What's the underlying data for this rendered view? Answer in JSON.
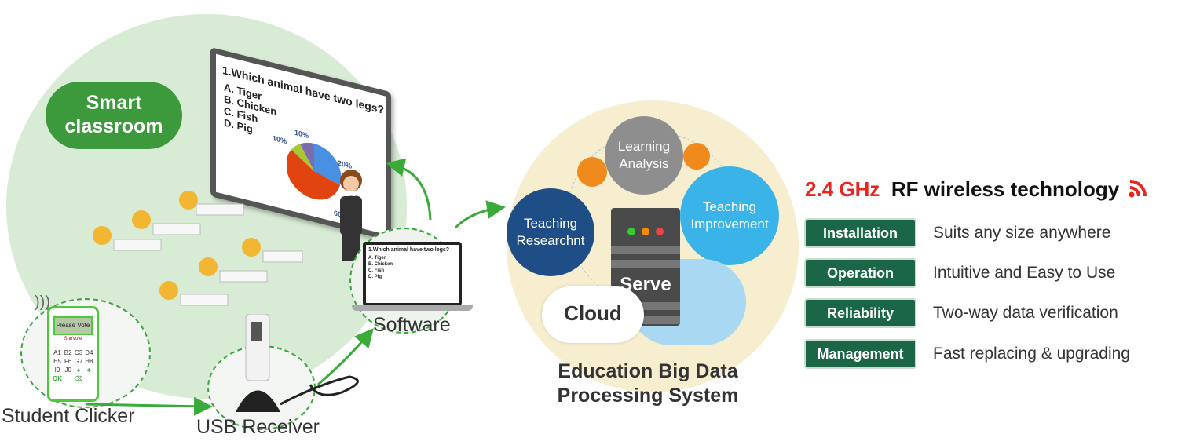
{
  "classroom": {
    "title": "Smart classroom",
    "question": "1.Which animal have two legs?",
    "options": [
      "A.  Tiger",
      "B.  Chicken",
      "C.  Fish",
      "D.  Pig"
    ],
    "pie_labels": [
      "20%",
      "60%",
      "10%",
      "10%"
    ],
    "legend": [
      "A",
      "B",
      "C",
      "D"
    ],
    "pie_colors": [
      "#4a90e2",
      "#e2440f",
      "#a8c832",
      "#7d6bb0"
    ]
  },
  "clicker": {
    "screen": "Please Vote",
    "brand": "SunVote",
    "keys": [
      "A1",
      "B2",
      "C3",
      "D4",
      "E5",
      "F6",
      "G7",
      "H8",
      "I9",
      "J0",
      "♠",
      "♣",
      "OK",
      "",
      "⌫",
      ""
    ]
  },
  "labels": {
    "student_clicker": "Student Clicker",
    "usb_receiver": "USB Receiver",
    "software": "Software"
  },
  "system": {
    "learning_analysis": "Learning Analysis",
    "teaching_research": "Teaching Researchnt",
    "teaching_improvement": "Teaching Improvement",
    "serve": "Serve",
    "cloud": "Cloud",
    "title": "Education Big Data Processing System"
  },
  "features": {
    "rf_freq": "2.4 GHz",
    "rf_text": "RF wireless technology",
    "items": [
      {
        "label": "Installation",
        "desc": "Suits any size anywhere"
      },
      {
        "label": "Operation",
        "desc": "Intuitive and Easy to Use"
      },
      {
        "label": "Reliability",
        "desc": "Two-way data verification"
      },
      {
        "label": "Management",
        "desc": "Fast replacing & upgrading"
      }
    ]
  }
}
